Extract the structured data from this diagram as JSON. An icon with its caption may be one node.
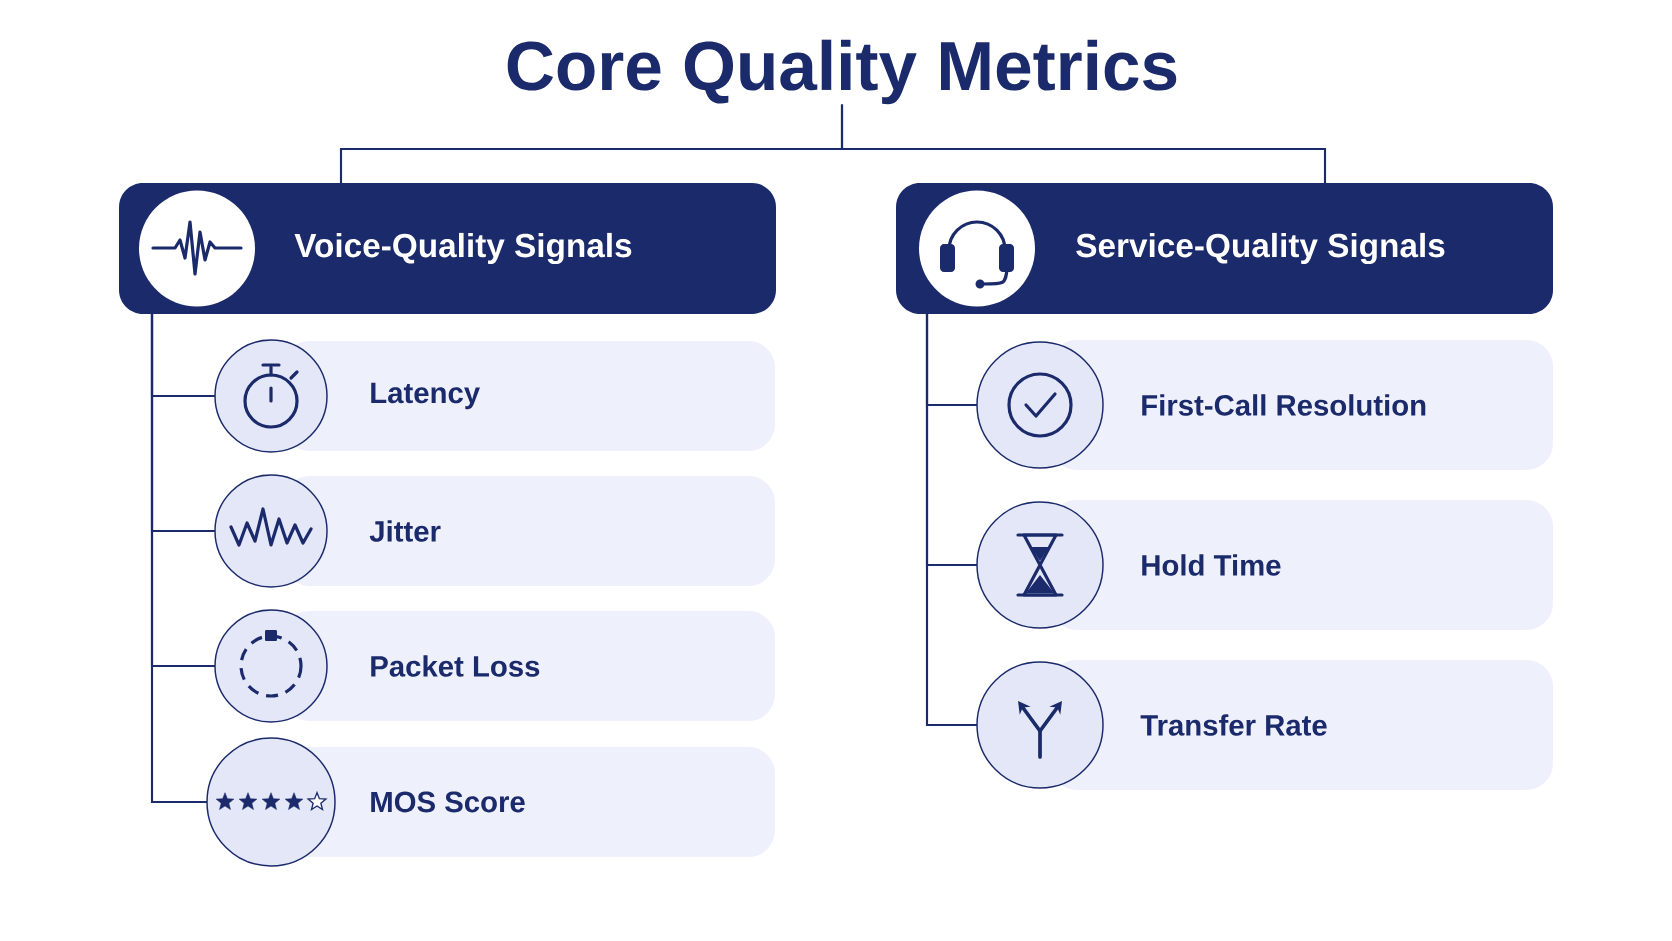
{
  "diagram": {
    "nodes": [
      {
        "text": [
          "Core Quality Metrics"
        ]
      },
      {
        "text": [
          "Voice-Quality Signals"
        ]
      },
      {
        "text": [
          "Service-Quality Signals"
        ]
      },
      {
        "text": [
          "Latency"
        ]
      },
      {
        "text": [
          "Jitter"
        ]
      },
      {
        "text": [
          "Packet Loss"
        ]
      },
      {
        "text": [
          "MOS Score"
        ]
      },
      {
        "text": [
          "First-Call Resolution"
        ]
      },
      {
        "text": [
          "Hold Time"
        ]
      },
      {
        "text": [
          "Transfer Rate"
        ]
      }
    ],
    "edges": [
      {
        "from": 0,
        "to": 1,
        "arrow": "none"
      },
      {
        "from": 0,
        "to": 2,
        "arrow": "none"
      },
      {
        "from": 1,
        "to": 3,
        "arrow": "none"
      },
      {
        "from": 1,
        "to": 4,
        "arrow": "none"
      },
      {
        "from": 1,
        "to": 5,
        "arrow": "none"
      },
      {
        "from": 1,
        "to": 6,
        "arrow": "none"
      },
      {
        "from": 2,
        "to": 7,
        "arrow": "none"
      },
      {
        "from": 2,
        "to": 8,
        "arrow": "none"
      },
      {
        "from": 2,
        "to": 9,
        "arrow": "none"
      }
    ]
  }
}
